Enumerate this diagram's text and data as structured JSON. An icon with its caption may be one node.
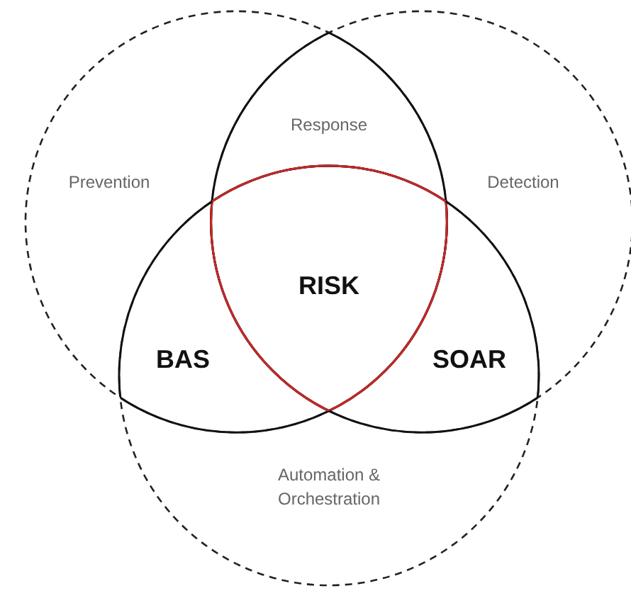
{
  "diagram": {
    "nodes": [
      {
        "text": [
          "Prevention"
        ]
      },
      {
        "text": [
          "Detection"
        ]
      },
      {
        "text": [
          "Automation & Orchestration"
        ]
      }
    ],
    "labels": [
      "Response",
      "RISK",
      "BAS",
      "SOAR"
    ]
  }
}
